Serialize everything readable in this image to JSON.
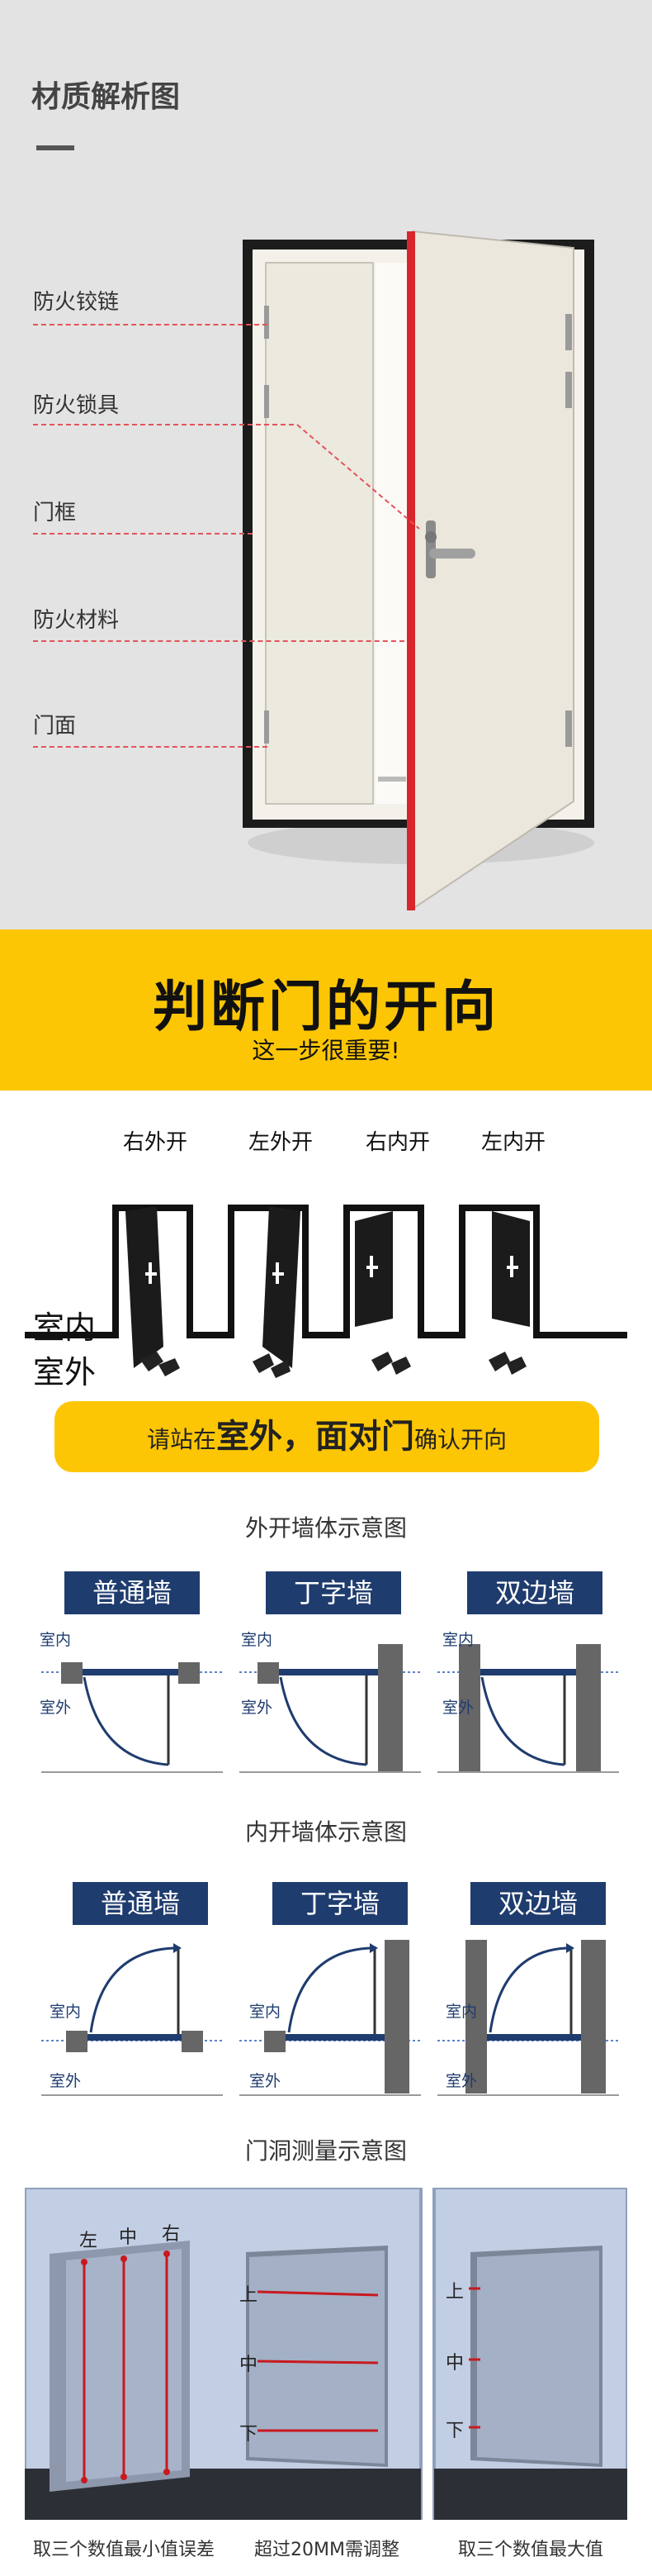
{
  "material": {
    "title": "材质解析图",
    "labels": [
      "防火铰链",
      "防火锁具",
      "门框",
      "防火材料",
      "门面"
    ]
  },
  "banner": {
    "title": "判断门的开向",
    "subtitle": "这一步很重要!"
  },
  "directions": {
    "labels": [
      "右外开",
      "左外开",
      "右内开",
      "左内开"
    ],
    "indoor": "室内",
    "outdoor": "室外"
  },
  "tip": {
    "pre": "请站在",
    "big1": "室外",
    "sep": "，",
    "big2": "面对门",
    "post": "确认开向"
  },
  "outward": {
    "title": "外开墙体示意图",
    "walls": [
      "普通墙",
      "丁字墙",
      "双边墙"
    ],
    "indoor": "室内",
    "outdoor": "室外"
  },
  "inward": {
    "title": "内开墙体示意图",
    "walls": [
      "普通墙",
      "丁字墙",
      "双边墙"
    ],
    "indoor": "室内",
    "outdoor": "室外"
  },
  "measure": {
    "title": "门洞测量示意图",
    "width_marks": [
      "左",
      "中",
      "右"
    ],
    "height_marks": [
      "上",
      "中",
      "下"
    ],
    "height_marks_2": [
      "上",
      "中",
      "下"
    ],
    "captions": [
      "取三个数值最小值误差",
      "超过20MM需调整",
      "取三个数值最大值"
    ]
  },
  "colors": {
    "accent": "#fdc604",
    "navy": "#1f3c6e",
    "red": "#d8262d"
  }
}
